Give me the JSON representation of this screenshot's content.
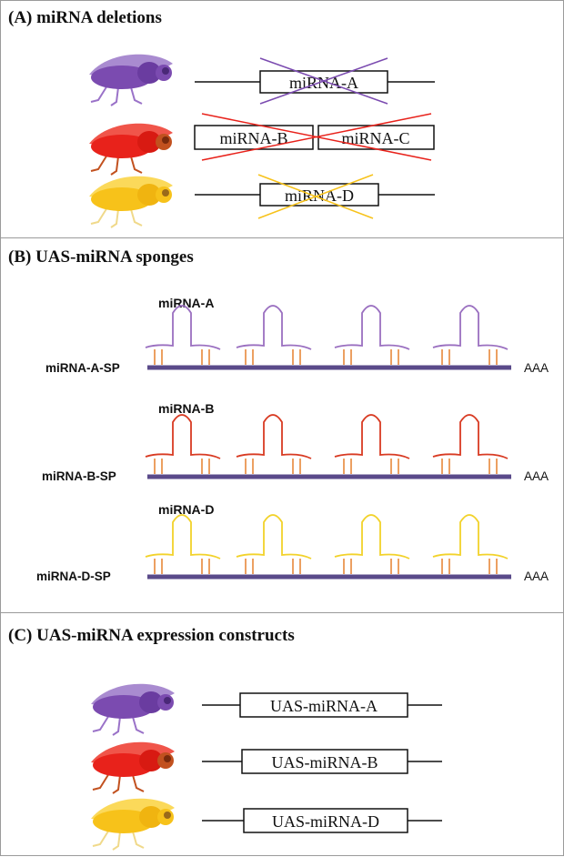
{
  "panels": {
    "a": {
      "title": "(A) miRNA deletions",
      "rows": [
        {
          "color": "#7b4bb0",
          "boxes": [
            "miRNA-A"
          ]
        },
        {
          "color": "#e8221b",
          "boxes": [
            "miRNA-B",
            "miRNA-C"
          ]
        },
        {
          "color": "#f7c21a",
          "boxes": [
            "miRNA-D"
          ]
        }
      ]
    },
    "b": {
      "title": "(B) UAS-miRNA sponges",
      "tail": "AAA",
      "rows": [
        {
          "mirna": "miRNA-A",
          "sponge": "miRNA-A-SP",
          "color": "#9a6fc0"
        },
        {
          "mirna": "miRNA-B",
          "sponge": "miRNA-B-SP",
          "color": "#d83a22"
        },
        {
          "mirna": "miRNA-D",
          "sponge": "miRNA-D-SP",
          "color": "#f2d22a"
        }
      ],
      "strand_color": "#5a4a8a",
      "seed_color": "#e8883a"
    },
    "c": {
      "title": "(C) UAS-miRNA expression constructs",
      "rows": [
        {
          "color": "#7b4bb0",
          "box": "UAS-miRNA-A"
        },
        {
          "color": "#e8221b",
          "box": "UAS-miRNA-B"
        },
        {
          "color": "#f7c21a",
          "box": "UAS-miRNA-D"
        }
      ]
    }
  },
  "colors": {
    "frame": "#9a9a9a",
    "fly_legs_purple": "#9a72c8",
    "fly_legs_red": "#c2511f",
    "fly_legs_yellow": "#f0d98a"
  }
}
